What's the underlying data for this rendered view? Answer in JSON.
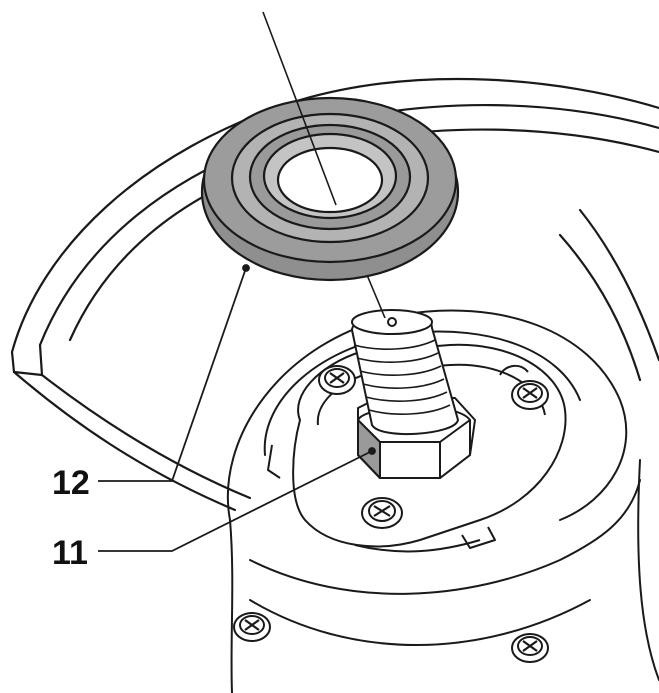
{
  "diagram": {
    "colors": {
      "line": "#1a1a1a",
      "seal_fill": "#8f8f8f",
      "seal_highlight": "#bdbdbd",
      "background": "#ffffff"
    },
    "callouts": [
      {
        "id": "callout-12",
        "label": "12"
      },
      {
        "id": "callout-11",
        "label": "11"
      }
    ]
  }
}
